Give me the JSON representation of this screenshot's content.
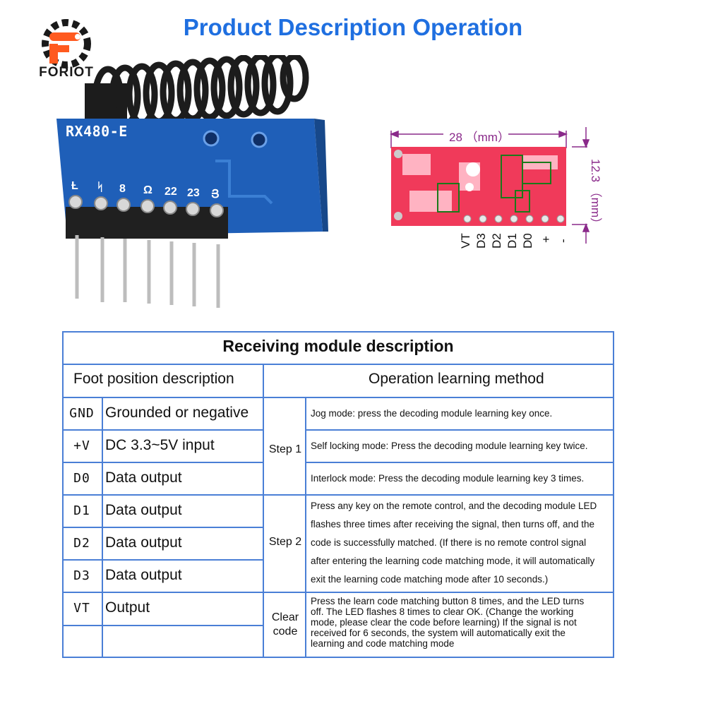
{
  "brand": {
    "name": "FORIOT",
    "accent": "#ff5a1f"
  },
  "page_title": "Product Description Operation",
  "module": {
    "label": "RX480-E",
    "pin_silks": [
      "Ƚ",
      "ᛋ",
      "8",
      "Ω",
      "22",
      "23",
      "Յ"
    ]
  },
  "pcb": {
    "width_label": "28 （mm）",
    "height_label": "12.3 （mm）",
    "pins": [
      "VT",
      "D3",
      "D2",
      "D1",
      "D0",
      "+",
      "-"
    ]
  },
  "table": {
    "title": "Receiving module description",
    "header_left": "Foot position description",
    "header_right": "Operation learning method",
    "rows": [
      {
        "code": "GND",
        "desc": "Grounded or negative"
      },
      {
        "code": "+V",
        "desc": "DC 3.3~5V input"
      },
      {
        "code": "D0",
        "desc": "Data output"
      },
      {
        "code": "D1",
        "desc": "Data output"
      },
      {
        "code": "D2",
        "desc": "Data output"
      },
      {
        "code": "D3",
        "desc": "Data output"
      },
      {
        "code": "VT",
        "desc": "Output"
      }
    ],
    "step1": {
      "label": "Step 1",
      "notes": [
        "Jog mode: press the decoding module learning key once.",
        "Self locking mode: Press the decoding module learning key twice.",
        "Interlock mode: Press the decoding module learning key 3 times."
      ]
    },
    "step2": {
      "label": "Step 2",
      "lines": [
        "Press any key on the remote control, and the decoding module LED",
        "flashes three times after receiving the signal, then turns off, and the",
        "code is successfully matched. (If there is no remote control signal",
        "after entering the learning code matching mode, it will automatically",
        "exit the learning code matching mode after 10 seconds.)"
      ]
    },
    "clear": {
      "label_1": "Clear",
      "label_2": "code",
      "lines": [
        "Press the learn code matching button 8 times, and the LED turns",
        "off. The LED flashes 8 times to clear OK. (Change the working",
        "mode, please clear the code before learning) If the signal is not",
        "received for 6 seconds, the system will automatically exit the",
        "learning and code matching mode"
      ]
    }
  }
}
